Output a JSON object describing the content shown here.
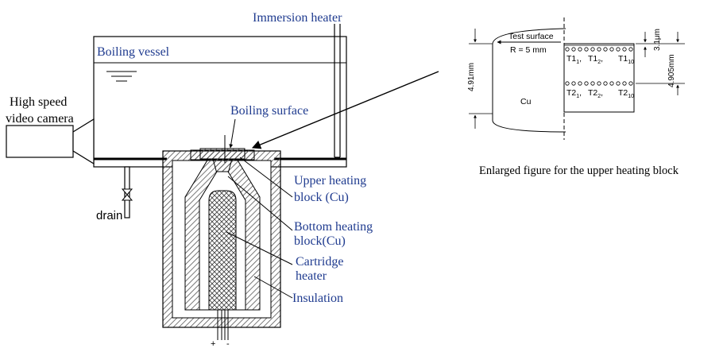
{
  "colors": {
    "label_blue": "#1f3b8f",
    "line": "#000000",
    "hatch": "#555555"
  },
  "main": {
    "immersion_heater": "Immersion heater",
    "boiling_vessel": "Boiling vessel",
    "camera_line1": "High speed",
    "camera_line2": "video camera",
    "boiling_surface": "Boiling surface",
    "upper_block_line1": "Upper heating",
    "upper_block_line2": "block (Cu)",
    "bottom_block_line1": "Bottom heating",
    "bottom_block_line2": "block(Cu)",
    "cartridge_line1": "Cartridge",
    "cartridge_line2": "heater",
    "insulation": "Insulation",
    "drain": "drain",
    "plus": "+",
    "minus": "-"
  },
  "enlarged": {
    "caption": "Enlarged figure for the upper heating block",
    "test_surface": "Test surface",
    "radius": "R = 5 mm",
    "thickness": "3.1μm",
    "dim_left": "4.91mm",
    "dim_right": "4.905mm",
    "material": "Cu",
    "row1_a": "T1",
    "row1_a_sub": "1",
    "row1_b": "T1",
    "row1_b_sub": "2",
    "row1_c": "T1",
    "row1_c_sub": "10",
    "row2_a": "T2",
    "row2_a_sub": "1",
    "row2_b": "T2",
    "row2_b_sub": "2",
    "row2_c": "T2",
    "row2_c_sub": "10",
    "sep": ","
  }
}
